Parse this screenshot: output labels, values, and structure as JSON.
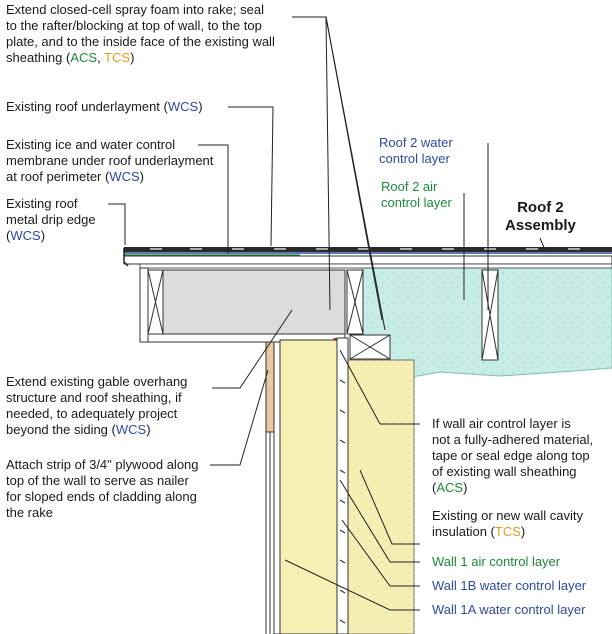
{
  "labels": {
    "l1": {
      "line1": "Extend closed-cell spray foam into rake; seal",
      "line2": "to the rafter/blocking at top of wall, to the top",
      "line3": "plate, and to the inside face of the existing wall",
      "line4_pre": "sheathing (",
      "code_a": "ACS",
      "sep": ", ",
      "code_b": "TCS",
      "close": ")"
    },
    "l2": {
      "pre": "Existing roof underlayment (",
      "code": "WCS",
      "close": ")"
    },
    "l3": {
      "line1": "Existing ice and water control",
      "line2": "membrane under roof underlayment",
      "line3_pre": "at roof perimeter (",
      "code": "WCS",
      "close": ")"
    },
    "l4": {
      "line1": "Existing roof",
      "line2": "metal drip edge",
      "line3_pre": "(",
      "code": "WCS",
      "close": ")"
    },
    "l5": {
      "line1": "Extend existing gable overhang",
      "line2": "structure and roof sheathing, if",
      "line3": "needed, to adequately project",
      "line4_pre": "beyond the siding (",
      "code": "WCS",
      "close": ")"
    },
    "l6": {
      "line1": "Attach strip of 3/4\" plywood along",
      "line2": "top of the wall to serve as nailer",
      "line3": "for sloped ends of cladding along",
      "line4": "the rake"
    },
    "r1": {
      "line1": "Roof 2 water",
      "line2": "control layer"
    },
    "r2": {
      "line1": "Roof 2 air",
      "line2": "control layer"
    },
    "r3": {
      "line1": "Roof 2",
      "line2": "Assembly"
    },
    "r4": {
      "line1": "If wall air control layer is",
      "line2": "not a fully-adhered material,",
      "line3": "tape or seal edge along top",
      "line4": "of existing wall sheathing",
      "line5_pre": "(",
      "code": "ACS",
      "close": ")"
    },
    "r5": {
      "line1": "Existing or new wall cavity",
      "line2_pre": "insulation (",
      "code": "TCS",
      "close": ")"
    },
    "r6": {
      "text": "Wall 1 air control layer"
    },
    "r7": {
      "text": "Wall 1B water control layer"
    },
    "r8": {
      "text": "Wall 1A water control layer"
    }
  },
  "colors": {
    "water_control": "#2e4a9e",
    "air_control": "#1b8a3a",
    "thermal_control": "#e39a1e",
    "spray_foam": "#c8ece6",
    "wall_insulation": "#f6f0b4",
    "overhang_fill": "#dcdcdc",
    "plywood_strip": "#e8c9a4",
    "air_seal": "#cc1f2f"
  }
}
